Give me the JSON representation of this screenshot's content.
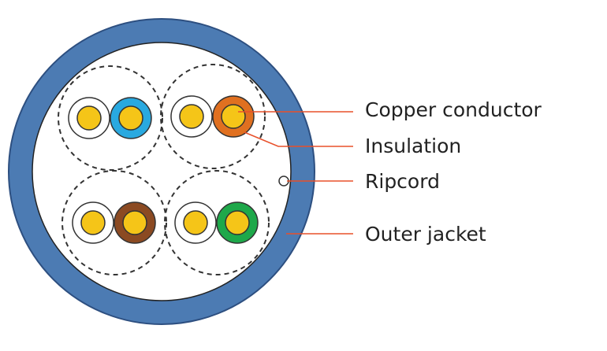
{
  "labels": {
    "copper": "Copper conductor",
    "insulation": "Insulation",
    "ripcord": "Ripcord",
    "jacket": "Outer jacket"
  },
  "colors": {
    "jacket": "#4c7bb3",
    "copper": "#f5c518",
    "leader": "#e8502a",
    "pair_colors": [
      "#29a9e0",
      "#e07020",
      "#8b4a22",
      "#1ea84a"
    ]
  }
}
